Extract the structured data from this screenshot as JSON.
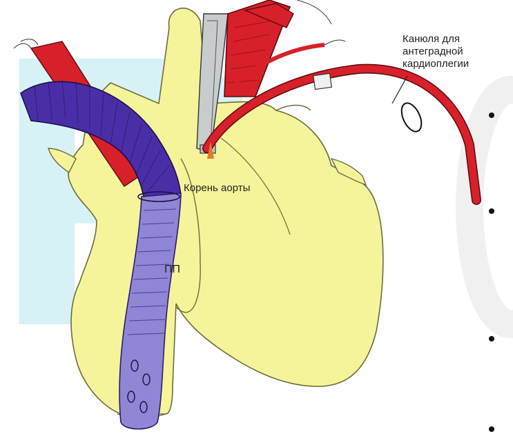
{
  "labels": {
    "aortic_root": "Корень аорты",
    "right_atrium": "ПП",
    "cannula_lines": [
      "Канюля для",
      "антеградной",
      "кардиоплегии"
    ]
  },
  "watermark": {
    "text": "Re",
    "color": "#cfeff6"
  },
  "bullets": [
    "",
    "",
    "",
    ""
  ],
  "colors": {
    "heart": "#f6f49a",
    "heart_outline": "#6b6b3a",
    "vena_cava_dark": "#4a2ea8",
    "vena_cava_light": "#8f86d6",
    "arteries": "#d8202a",
    "cannula_steel": "#c8cccc"
  }
}
